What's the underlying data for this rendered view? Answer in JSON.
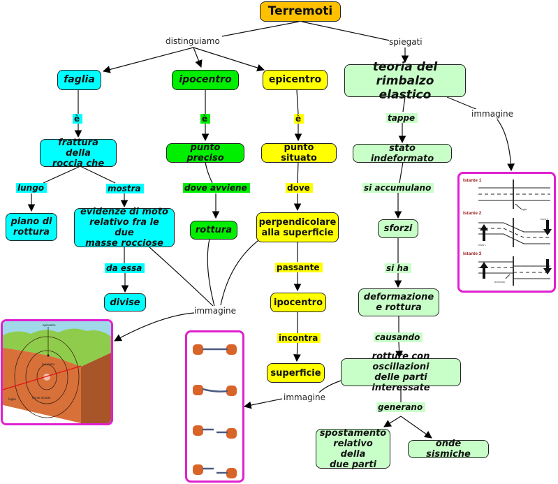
{
  "title": "Terremoti",
  "colors": {
    "root": "#ffc000",
    "faglia": "#00ffff",
    "ipocentro": "#00ee00",
    "epicentro": "#ffff00",
    "teoria": "#c8ffc8",
    "image_border": "#e020d0"
  },
  "links": {
    "distinguiamo": "distinguiamo",
    "spiegati": "spiegati",
    "immagine": "immagine"
  },
  "branches": {
    "faglia": {
      "concept": "faglia",
      "link_e": "è",
      "def": "frattura della\nroccia che",
      "link_lungo": "lungo",
      "piano": "piano di\nrottura",
      "link_mostra": "mostra",
      "evidenze": "evidenze di moto\nrelativo fra le due\nmasse rocciose",
      "link_da_essa": "da essa",
      "divise": "divise"
    },
    "ipocentro": {
      "concept": "ipocentro",
      "link_e": "è",
      "def": "punto preciso",
      "link_dove": "dove avviene",
      "rottura": "rottura"
    },
    "epicentro": {
      "concept": "epicentro",
      "link_e": "è",
      "def": "punto situato",
      "link_dove": "dove",
      "perp": "perpendicolare\nalla superficie",
      "link_passante": "passante",
      "ipocentro": "ipocentro",
      "link_incontra": "incontra",
      "superficie": "superficie"
    },
    "teoria": {
      "concept": "teoria del\nrimbalzo elastico",
      "link_tappe": "tappe",
      "stato": "stato indeformato",
      "link_accumulano": "si accumulano",
      "sforzi": "sforzi",
      "link_si_ha": "si ha",
      "deformazione": "deformazione\ne rottura",
      "link_causando": "causando",
      "rotture": "rotture con oscillazioni\ndelle parti interessate",
      "link_generano": "generano",
      "spostamento": "spostamento\nrelativo della\ndue parti",
      "onde": "onde sismiche"
    }
  },
  "images": {
    "rimbalzo": {
      "description": "elastic rebound diagram",
      "labels": [
        "Istante 1",
        "Istante 2",
        "Istante 3"
      ],
      "small_labels": [
        "faglia",
        "forza 1",
        "forza 2",
        "terremoto"
      ]
    },
    "block": {
      "description": "earthquake block diagram",
      "labels": [
        "epicentro",
        "ipocentro",
        "fronte d'onda",
        "faglia"
      ]
    },
    "rubber": {
      "description": "rubber band stretch sequence"
    }
  }
}
